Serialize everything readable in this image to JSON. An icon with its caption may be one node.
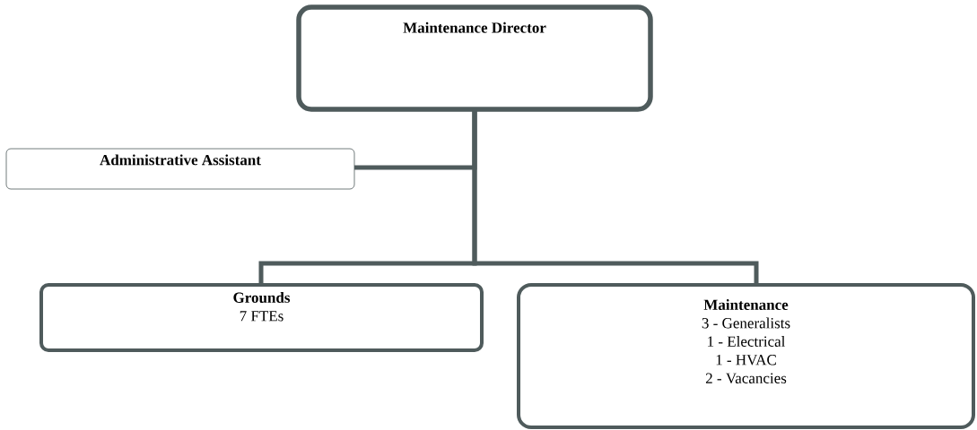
{
  "diagram": {
    "nodes": [
      {
        "text": [
          "Maintenance Director"
        ]
      },
      {
        "text": [
          "Administrative Assistant"
        ]
      },
      {
        "text": [
          "Grounds",
          "7 FTEs"
        ]
      },
      {
        "text": [
          "Maintenance",
          "3 - Generalists",
          "1 - Electrical",
          "1 - HVAC",
          "2 - Vacancies"
        ]
      }
    ],
    "edges": [
      {
        "from": 0,
        "to": 1,
        "arrow": "none"
      },
      {
        "from": 0,
        "to": 2,
        "arrow": "none"
      },
      {
        "from": 0,
        "to": 3,
        "arrow": "none"
      }
    ]
  }
}
